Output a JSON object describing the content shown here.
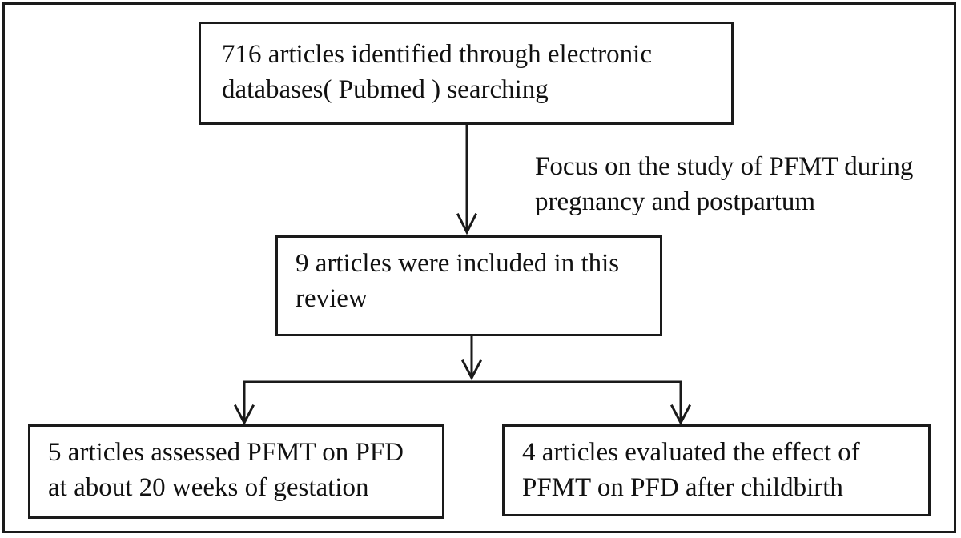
{
  "nodes": {
    "top": {
      "line1": "716 articles identified through electronic",
      "line2": "databases( Pubmed ) searching"
    },
    "middle": {
      "line1": "9 articles were included in this",
      "line2": "review"
    },
    "left": {
      "line1": "5 articles assessed PFMT on PFD",
      "line2": "at about 20 weeks of gestation"
    },
    "right": {
      "line1": "4 articles evaluated the effect of",
      "line2": "PFMT on PFD after childbirth"
    }
  },
  "edge_label": {
    "line1": "Focus on the study of PFMT during",
    "line2": "pregnancy and postpartum"
  },
  "colors": {
    "stroke": "#1a1a1a",
    "text": "#111111",
    "background": "#ffffff"
  }
}
